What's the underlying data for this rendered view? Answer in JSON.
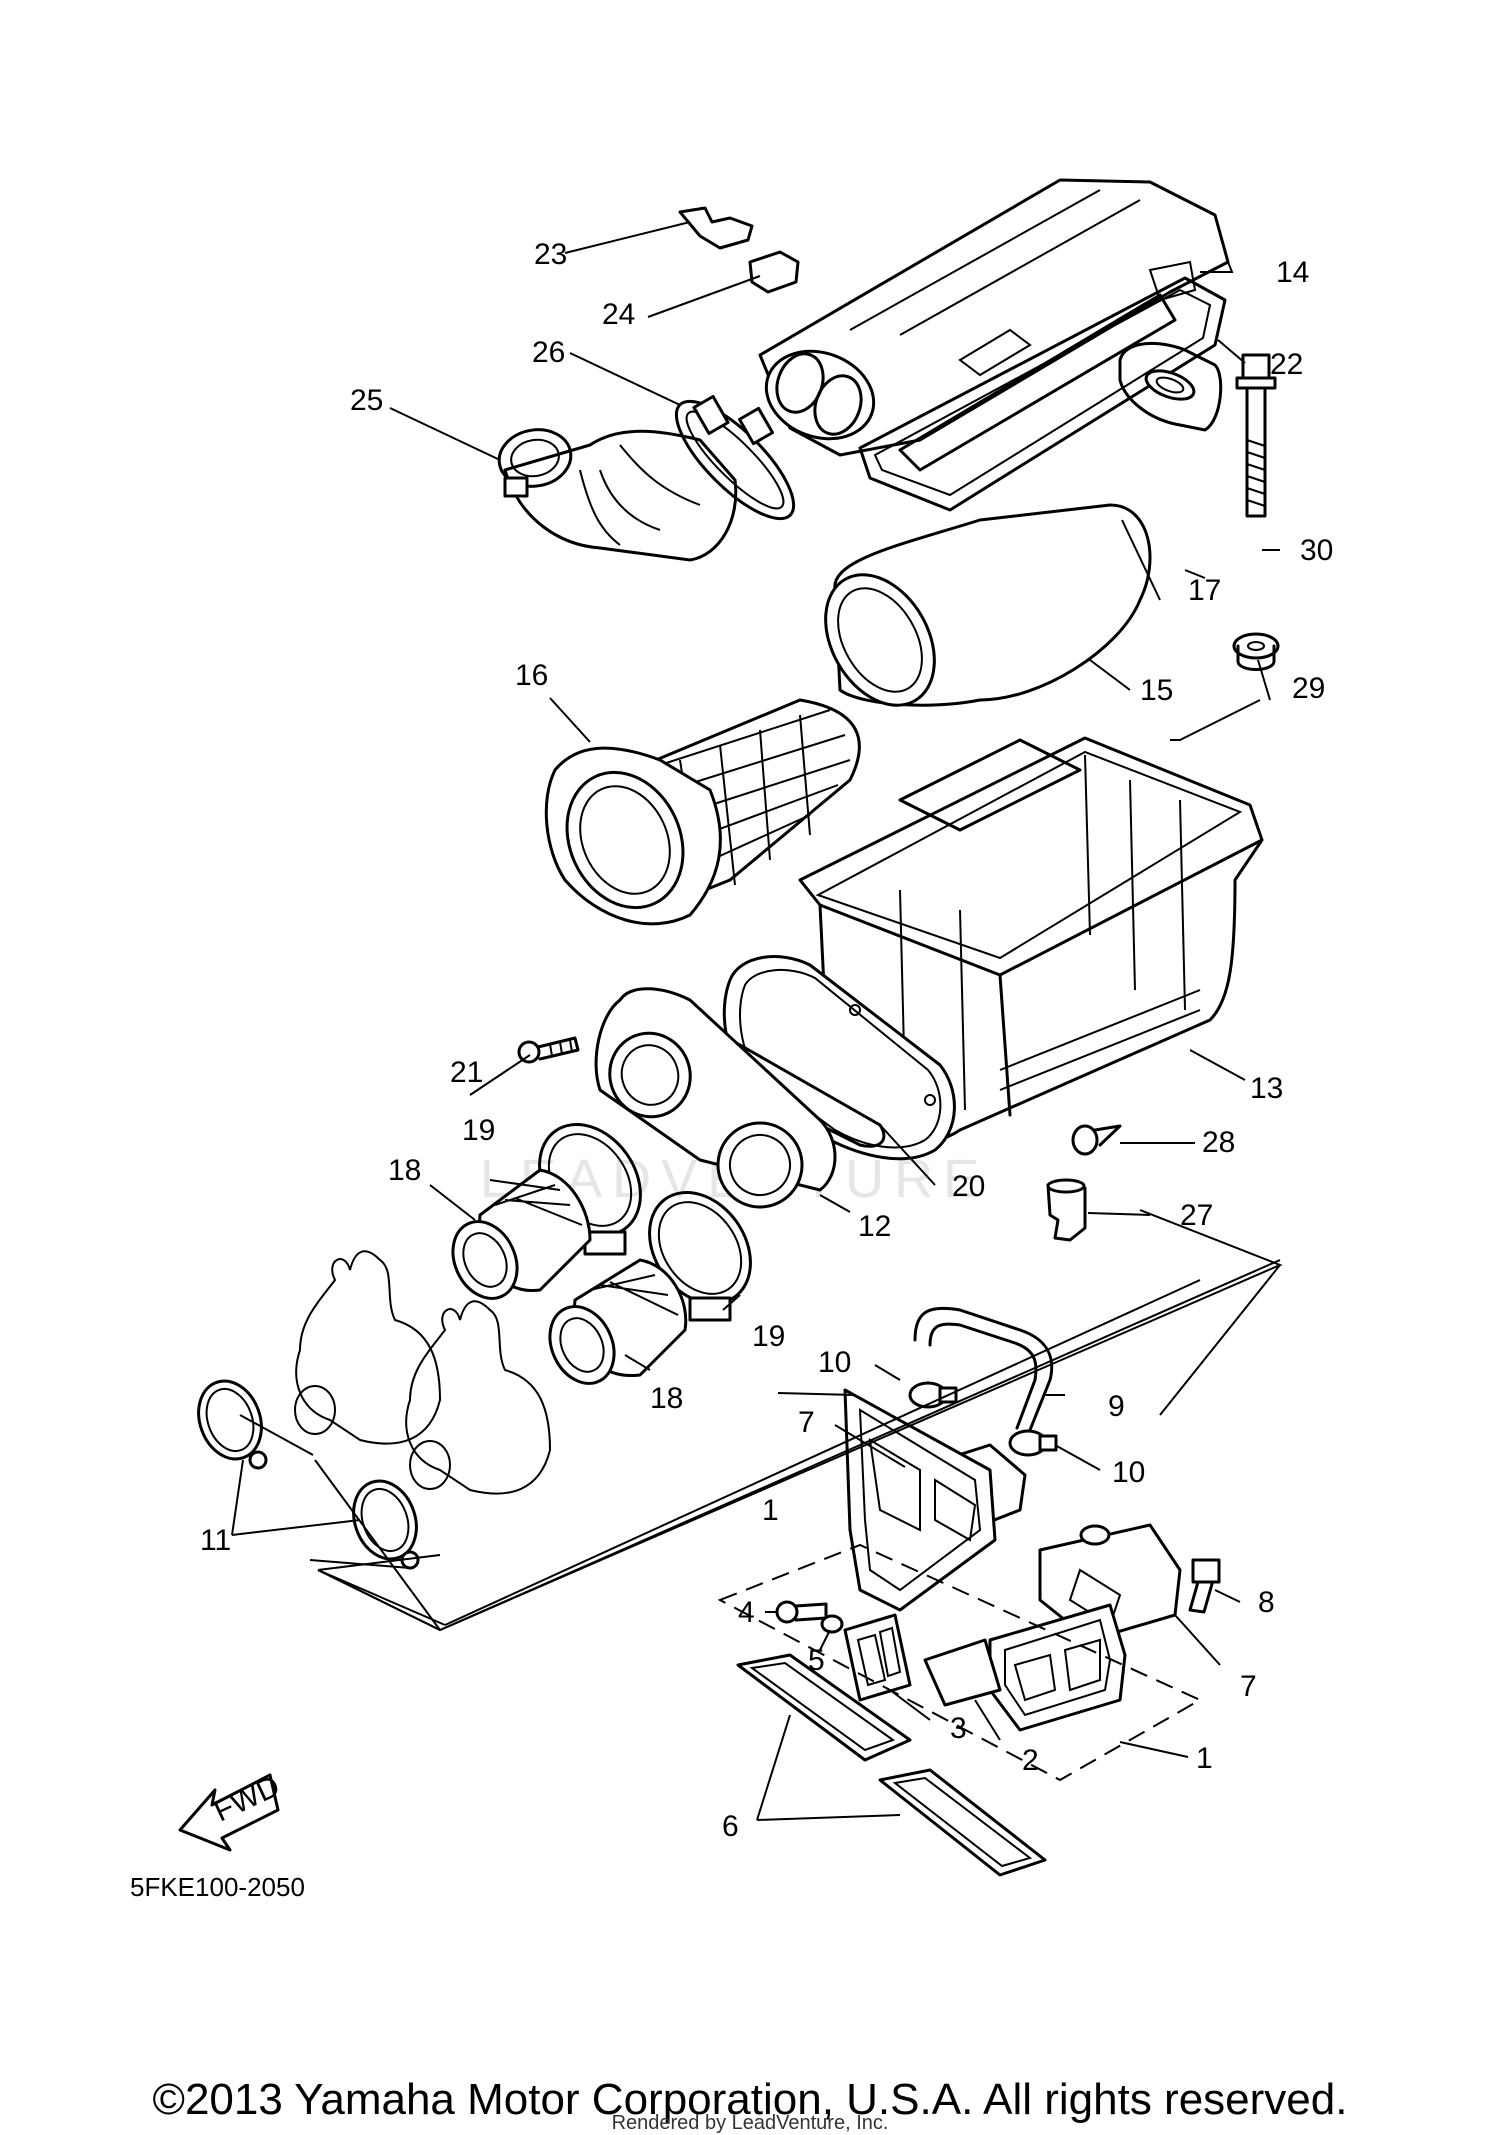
{
  "diagram_code": "5FKE100-2050",
  "copyright": "©2013 Yamaha Motor Corporation, U.S.A. All rights reserved.",
  "rendered_by": "Rendered by LeadVenture, Inc.",
  "watermark": "LEADVENTURE",
  "fwd_label": "FWD",
  "callouts": {
    "c1a": "1",
    "c1b": "1",
    "c2": "2",
    "c3": "3",
    "c4": "4",
    "c5": "5",
    "c6": "6",
    "c7a": "7",
    "c7b": "7",
    "c8": "8",
    "c9": "9",
    "c10a": "10",
    "c10b": "10",
    "c11": "11",
    "c12": "12",
    "c13": "13",
    "c14": "14",
    "c15": "15",
    "c16": "16",
    "c17": "17",
    "c18a": "18",
    "c18b": "18",
    "c19a": "19",
    "c19b": "19",
    "c20": "20",
    "c21": "21",
    "c22": "22",
    "c23": "23",
    "c24": "24",
    "c25": "25",
    "c26": "26",
    "c27": "27",
    "c28": "28",
    "c29": "29",
    "c30": "30"
  }
}
